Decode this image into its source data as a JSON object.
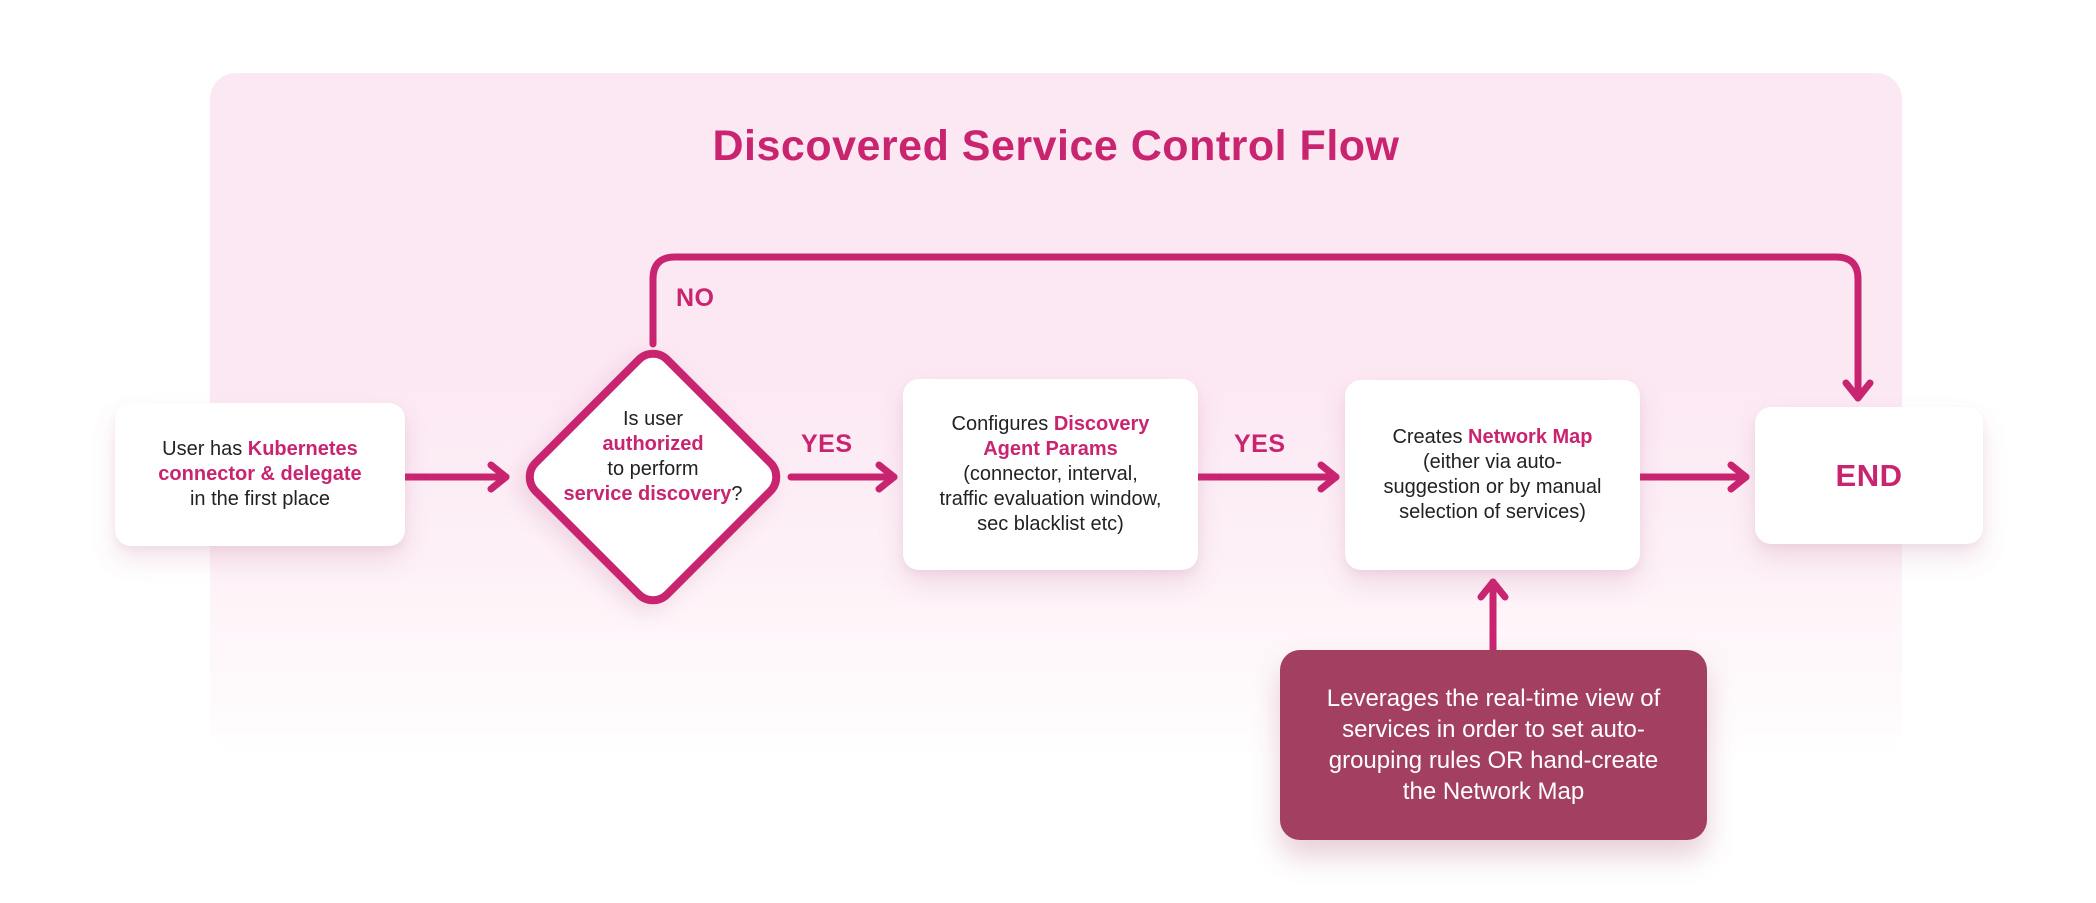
{
  "header": {
    "title": "Discovered Service Control Flow"
  },
  "palette": {
    "accent": "#c92470",
    "note_background": "#a33f60",
    "canvas_pink": "#fce8f3",
    "body_text": "#222222"
  },
  "edge_labels": {
    "no": "NO",
    "yes_after_decision": "YES",
    "yes_after_configure": "YES"
  },
  "nodes": {
    "start": {
      "segments": [
        {
          "t": "User has ",
          "a": false
        },
        {
          "t": "Kubernetes\nconnector & delegate",
          "a": true
        },
        {
          "t": "\nin the first place",
          "a": false
        }
      ]
    },
    "decision": {
      "segments": [
        {
          "t": "Is user\n",
          "a": false
        },
        {
          "t": "authorized",
          "a": true
        },
        {
          "t": "\nto perform\n",
          "a": false
        },
        {
          "t": "service discovery",
          "a": true
        },
        {
          "t": "?",
          "a": false
        }
      ]
    },
    "configure": {
      "segments": [
        {
          "t": "Configures ",
          "a": false
        },
        {
          "t": "Discovery\nAgent Params",
          "a": true
        },
        {
          "t": "\n(connector, interval,\ntraffic evaluation window,\nsec blacklist etc)",
          "a": false
        }
      ]
    },
    "create_map": {
      "segments": [
        {
          "t": "Creates ",
          "a": false
        },
        {
          "t": "Network Map",
          "a": true
        },
        {
          "t": "\n(either via auto-\nsuggestion or by manual\nselection of services)",
          "a": false
        }
      ]
    },
    "end": {
      "label": "END"
    },
    "note": {
      "text": "Leverages the real-time view of\nservices in order to set auto-\ngrouping rules OR hand-create\nthe Network Map"
    }
  }
}
